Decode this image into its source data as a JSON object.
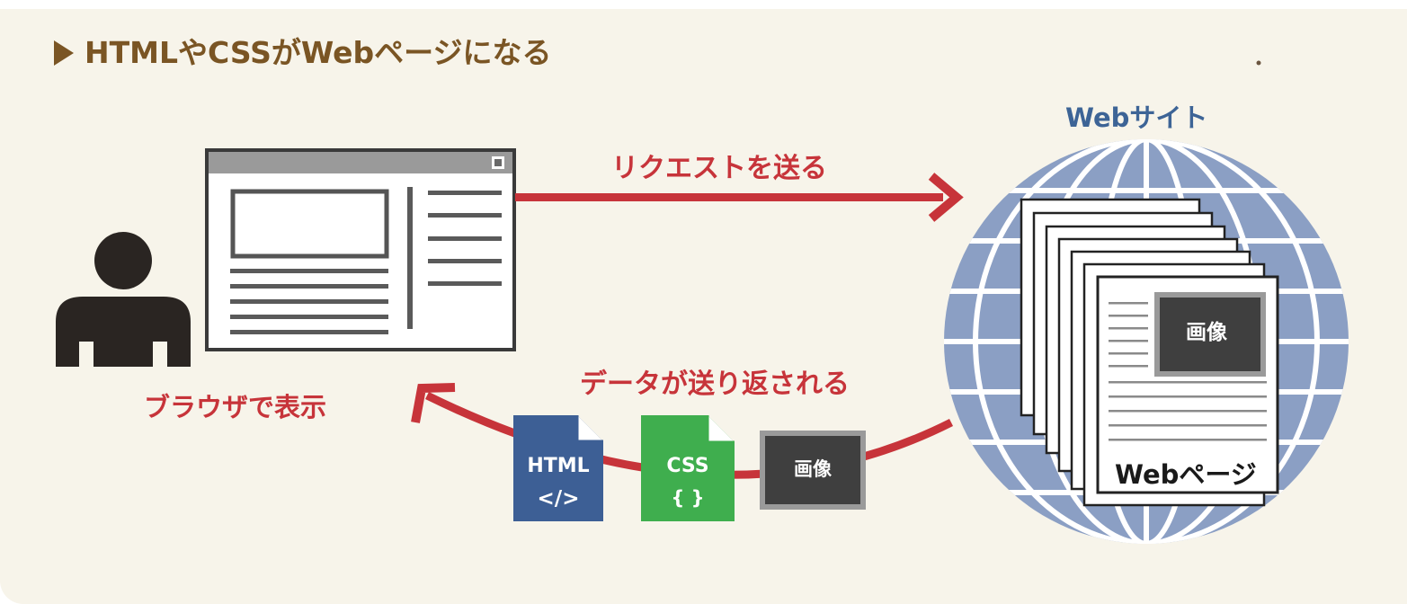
{
  "title": "HTMLやCSSがWebページになる",
  "user": {
    "icon": "person-icon"
  },
  "browser": {
    "label": "ブラウザで表示"
  },
  "request": {
    "label": "リクエストを送る"
  },
  "response": {
    "label": "データが送り返される"
  },
  "website": {
    "label": "Webサイト",
    "page_label": "Webページ",
    "image_label": "画像"
  },
  "files": {
    "html": {
      "title": "HTML",
      "glyph": "</>"
    },
    "css": {
      "title": "CSS",
      "glyph": "{ }"
    },
    "image": {
      "title": "画像"
    }
  },
  "colors": {
    "accent_red": "#c7343a",
    "globe_blue": "#8b9fc4",
    "html_blue": "#3d5f95",
    "css_green": "#3fae4e",
    "image_dark": "#3f3f3f",
    "title_brown": "#7a5524"
  }
}
